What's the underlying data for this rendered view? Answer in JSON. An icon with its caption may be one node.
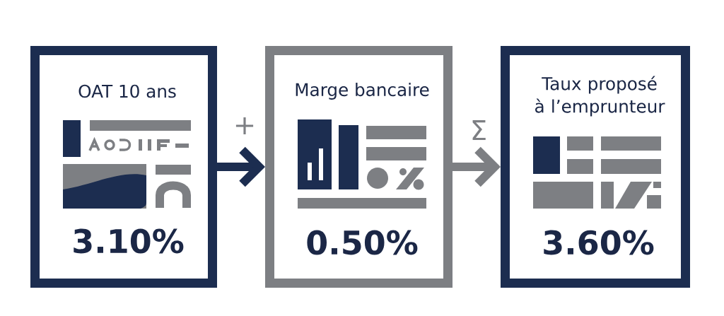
{
  "diagram": {
    "nodes": [
      {
        "text": [
          "OAT 10 ans",
          "3.10%"
        ]
      },
      {
        "text": [
          "Marge bancaire",
          "0.50%"
        ]
      },
      {
        "text": [
          "Taux proposé à l’emprunteur",
          "3.60%"
        ]
      }
    ],
    "edges": [
      {
        "from": 0,
        "to": 1,
        "arrow": "to",
        "label": "+",
        "color": "#1c2d50"
      },
      {
        "from": 1,
        "to": 2,
        "arrow": "to",
        "label": "Σ",
        "color": "#7d7f83"
      }
    ]
  }
}
